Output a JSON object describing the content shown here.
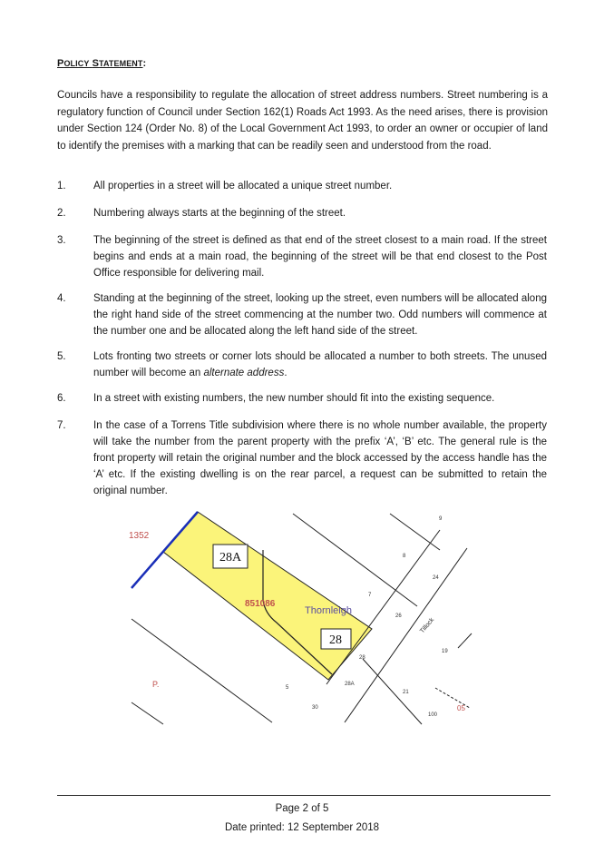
{
  "heading": {
    "first_big_1": "P",
    "first_small_1": "OLICY",
    "space": " ",
    "first_big_2": "S",
    "first_small_2": "TATEMENT",
    "colon": ":"
  },
  "intro": "Councils have a responsibility to regulate the allocation of street address numbers. Street numbering is a regulatory function of Council under Section 162(1) Roads Act 1993. As the need arises, there is provision under Section 124 (Order No. 8) of the Local Government Act 1993, to order an owner or occupier of land to identify the premises with a marking that can be readily seen and understood from the road.",
  "items": [
    {
      "num": "1.",
      "text": "All properties in a street will be allocated a unique street number."
    },
    {
      "num": "2.",
      "text": "Numbering always starts at the beginning of the street."
    },
    {
      "num": "3.",
      "text": "The beginning of the street is defined as that end of the street closest to a main road. If the street begins and ends at a main road, the beginning of the street will be that end closest to the Post Office responsible for delivering mail."
    },
    {
      "num": "4.",
      "text": "Standing at the beginning of the street, looking up the street, even numbers will be allocated along the right hand side of the street commencing at the number two. Odd numbers will commence at the number one and be allocated along the left hand side of the street."
    },
    {
      "num": "5.",
      "text_before": "Lots fronting two streets or corner lots should be allocated a number to both streets. The unused number will become an ",
      "text_italic": "alternate address",
      "text_after": "."
    },
    {
      "num": "6.",
      "text": "In a street with existing numbers, the new number should fit into the existing sequence."
    },
    {
      "num": "7.",
      "text": "In the case of a Torrens Title subdivision where there is no whole number available, the property will take the number from the parent property with the prefix ‘A’, ‘B’ etc. The general rule is the front property will retain the original number and the block accessed by the access handle has the ‘A’ etc. If the existing dwelling is on the rear parcel, a request can be submitted to retain the original number."
    }
  ],
  "diagram": {
    "label_1352": "1352",
    "box_28a": "28A",
    "box_28": "28",
    "lot_number": "851086",
    "street_name_thornleigh": "Thornleigh",
    "street_name_tillock": "Tillock",
    "label_p": "P.",
    "numbers": {
      "n9": "9",
      "n8": "8",
      "n24": "24",
      "n7": "7",
      "n26": "26",
      "n28": "28",
      "n28a": "28A",
      "n19": "19",
      "n21": "21",
      "n5": "5",
      "n30": "30",
      "n100": "100",
      "n05": "05"
    },
    "colors": {
      "highlight": "#fbf47a",
      "lines": "#222222",
      "blue": "#1a2fb8",
      "red": "#c0504d",
      "purple": "#5b4fa0"
    }
  },
  "footer": {
    "page": "Page 2 of 5",
    "date": "Date printed:  12 September 2018"
  }
}
